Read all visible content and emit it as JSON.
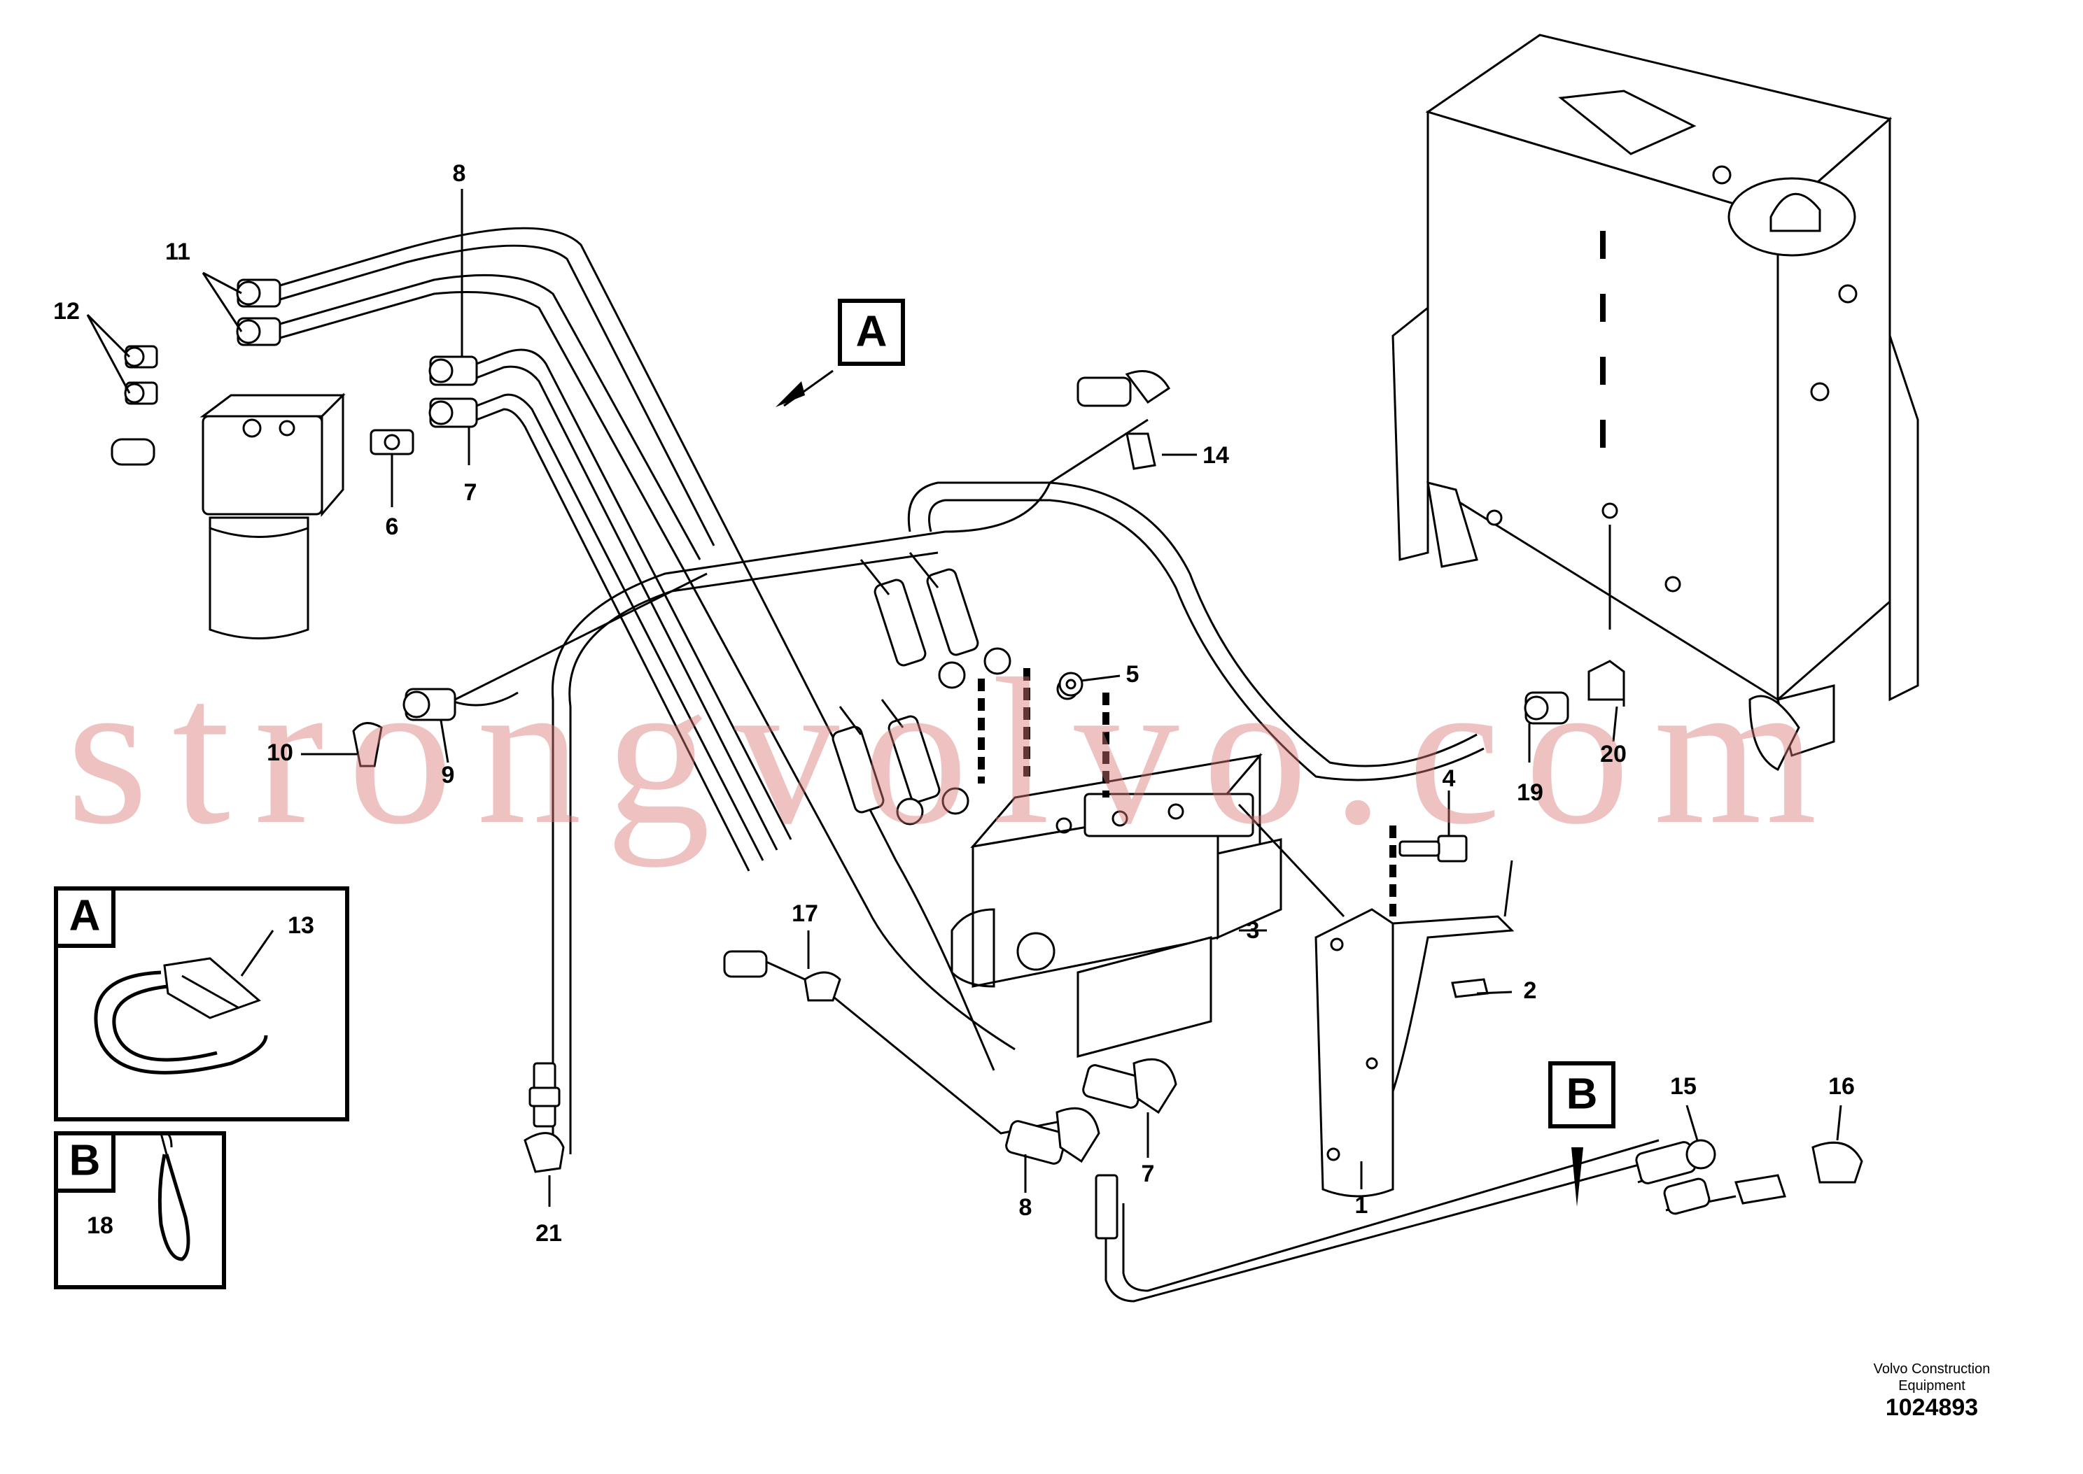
{
  "labels": {
    "p1": "1",
    "p2": "2",
    "p3": "3",
    "p4": "4",
    "p5": "5",
    "p6": "6",
    "p7a": "7",
    "p7b": "7",
    "p8a": "8",
    "p8b": "8",
    "p9": "9",
    "p10": "10",
    "p11": "11",
    "p12": "12",
    "p13": "13",
    "p14": "14",
    "p15": "15",
    "p16": "16",
    "p17": "17",
    "p18": "18",
    "p19": "19",
    "p20": "20",
    "p21": "21"
  },
  "views": {
    "a": "A",
    "b": "B",
    "detail_a": "A",
    "detail_b": "B"
  },
  "watermark": "strongvolvo.com",
  "footer": {
    "brand": "Volvo Construction Equipment",
    "code": "1024893"
  }
}
